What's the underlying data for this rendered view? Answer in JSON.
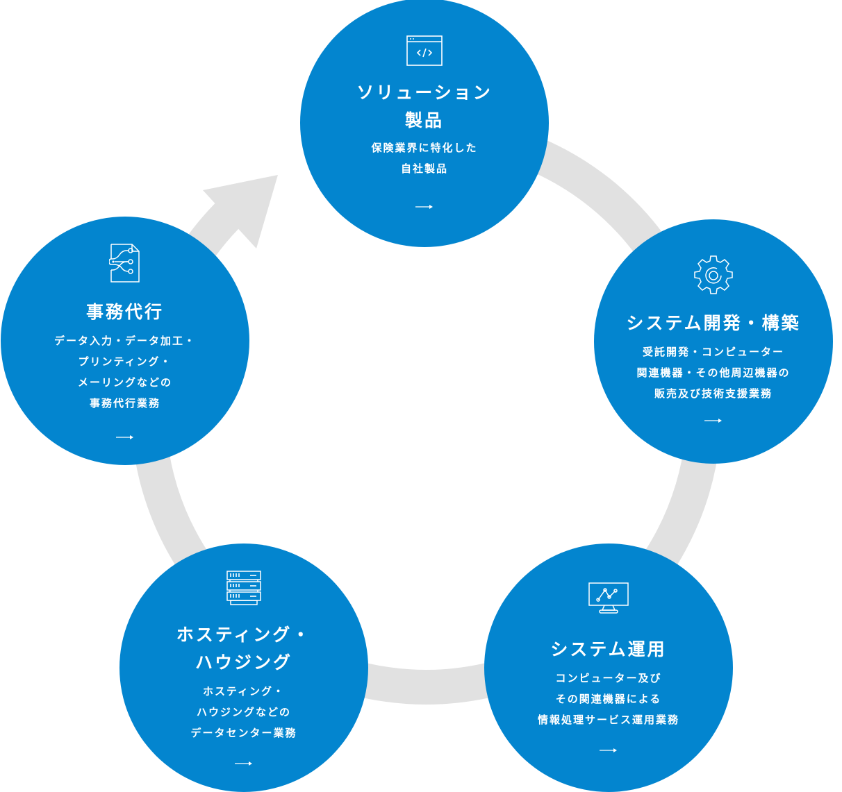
{
  "colors": {
    "circle": "#0385cf",
    "ring": "#e1e1e1",
    "text": "#ffffff"
  },
  "nodes": {
    "solution": {
      "icon": "code-window-icon",
      "title_lines": [
        "ソリューション",
        "製品"
      ],
      "desc_lines": [
        "保険業界に特化した",
        "自社製品"
      ],
      "arrow": "→"
    },
    "sysdev": {
      "icon": "gear-icon",
      "title_lines": [
        "システム開発・構築"
      ],
      "desc_lines": [
        "受託開発・コンピューター",
        "関連機器・その他周辺機器の",
        "販売及び技術支援業務"
      ],
      "arrow": "→"
    },
    "sysops": {
      "icon": "monitor-chart-icon",
      "title_lines": [
        "システム運用"
      ],
      "desc_lines": [
        "コンピューター及び",
        "その関連機器による",
        "情報処理サービス運用業務"
      ],
      "arrow": "→"
    },
    "hosting": {
      "icon": "server-rack-icon",
      "title_lines": [
        "ホスティング・",
        "ハウジング"
      ],
      "desc_lines": [
        "ホスティング・",
        "ハウジングなどの",
        "データセンター業務"
      ],
      "arrow": "→"
    },
    "office": {
      "icon": "document-share-icon",
      "title_lines": [
        "事務代行"
      ],
      "desc_lines": [
        "データ入力・データ加工・",
        "プリンティング・",
        "メーリングなどの",
        "事務代行業務"
      ],
      "arrow": "→"
    }
  }
}
